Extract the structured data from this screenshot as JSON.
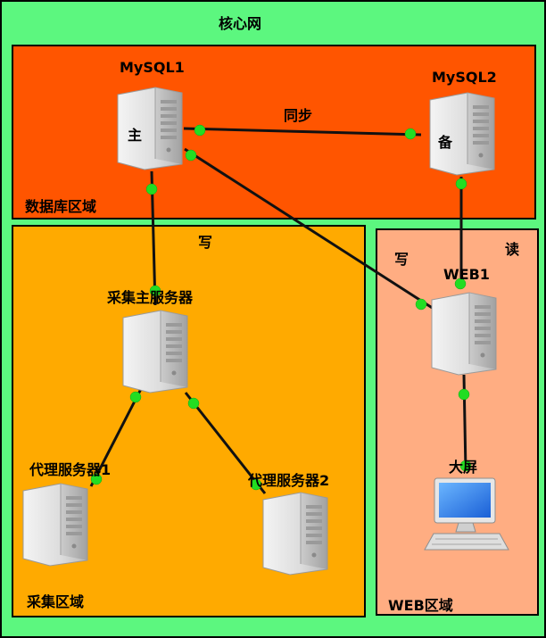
{
  "zones": {
    "core": "核心网",
    "database": "数据库区域",
    "collect": "采集区域",
    "web": "WEB区域"
  },
  "nodes": {
    "mysql1": "MySQL1",
    "mysql2": "MySQL2",
    "master_mark": "主",
    "backup_mark": "备",
    "collect_master": "采集主服务器",
    "proxy1": "代理服务器1",
    "proxy2": "代理服务器2",
    "web1": "WEB1",
    "screen": "大屏"
  },
  "edges": {
    "sync": "同步",
    "write_collect": "写",
    "write_web": "写",
    "read_web": "读"
  },
  "colors": {
    "core_bg": "#5cf77f",
    "db_bg": "#ff5500",
    "collect_bg": "#ffaa00",
    "web_bg": "#ffad82",
    "port": "#22dd22"
  }
}
